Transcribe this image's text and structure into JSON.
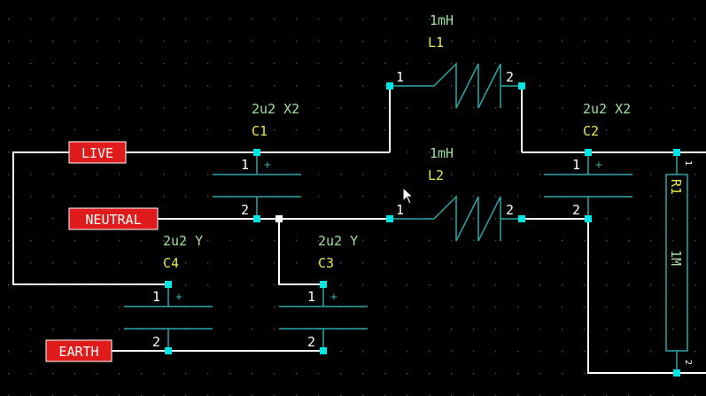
{
  "colors": {
    "background": "#000000",
    "grid_dot": "#5a5a5a",
    "wire": "#ffffff",
    "symbol": "#2aa7a7",
    "pin": "#00e5e5",
    "pin_number": "#ffffff",
    "value_text": "#9fe09f",
    "ref_text": "#e6e64a",
    "net_label_bg": "#e01b1b",
    "net_label_text": "#ffffff"
  },
  "net_labels": {
    "live": "LIVE",
    "neutral": "NEUTRAL",
    "earth": "EARTH"
  },
  "components": {
    "l1": {
      "value": "1mH",
      "ref": "L1",
      "pin1": "1",
      "pin2": "2"
    },
    "l2": {
      "value": "1mH",
      "ref": "L2",
      "pin1": "1",
      "pin2": "2"
    },
    "c1": {
      "value": "2u2 X2",
      "ref": "C1",
      "pin1": "1",
      "pin2": "2",
      "polarity": "+"
    },
    "c2": {
      "value": "2u2 X2",
      "ref": "C2",
      "pin1": "1",
      "pin2": "2",
      "polarity": "+"
    },
    "c3": {
      "value": "2u2 Y",
      "ref": "C3",
      "pin1": "1",
      "pin2": "2",
      "polarity": "+"
    },
    "c4": {
      "value": "2u2 Y",
      "ref": "C4",
      "pin1": "1",
      "pin2": "2",
      "polarity": "+"
    },
    "r1": {
      "value": "1M",
      "ref": "R1",
      "pin1": "1",
      "pin2": "2"
    }
  },
  "cursor": "mouse-pointer-icon"
}
